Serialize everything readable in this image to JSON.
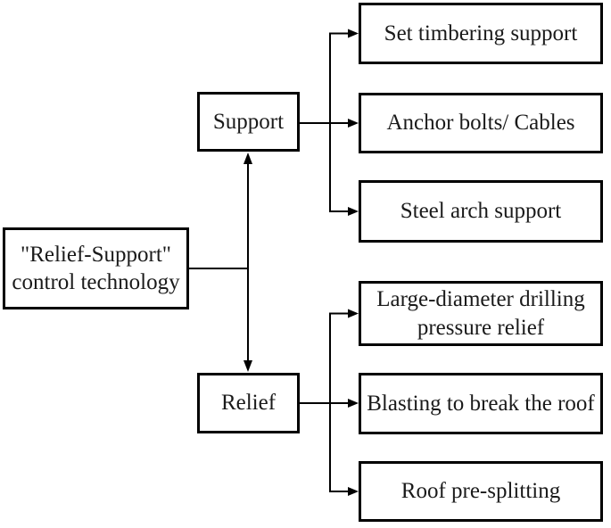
{
  "nodes": {
    "root": {
      "label": "\"Relief-Support\"\ncontrol technology"
    },
    "support": {
      "label": "Support"
    },
    "relief": {
      "label": "Relief"
    },
    "support_children": [
      {
        "label": "Set timbering support"
      },
      {
        "label": "Anchor bolts/ Cables"
      },
      {
        "label": "Steel arch support"
      }
    ],
    "relief_children": [
      {
        "label": "Large-diameter drilling\npressure relief"
      },
      {
        "label": "Blasting to break the roof"
      },
      {
        "label": "Roof pre-splitting"
      }
    ]
  },
  "colors": {
    "line": "#000000",
    "border": "#000000",
    "background": "#ffffff",
    "text": "#1a1a1a"
  }
}
